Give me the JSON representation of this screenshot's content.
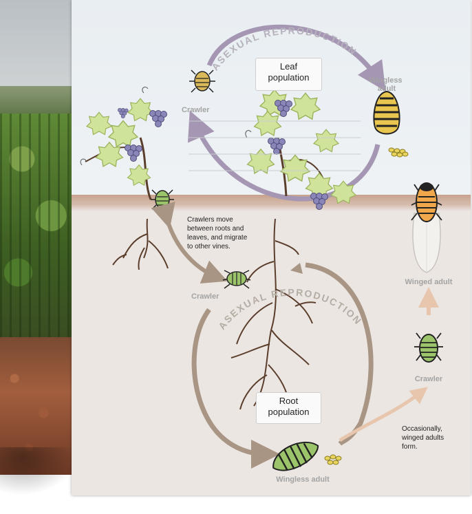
{
  "diagram": {
    "leaf_box": {
      "line1": "Leaf",
      "line2": "population"
    },
    "root_box": {
      "line1": "Root",
      "line2": "population"
    },
    "arc_text_top": "ASEXUAL REPRODUCTION",
    "arc_text_bottom": "ASEXUAL REPRODUCTION",
    "labels": {
      "wingless_adult_top": [
        "Wingless",
        "adult"
      ],
      "crawler_top": "Crawler",
      "crawler_mid": "Crawler",
      "crawler_right": "Crawler",
      "winged_adult": "Winged adult",
      "wingless_adult_bottom": "Wingless adult"
    },
    "notes": {
      "crawlers_move": [
        "Crawlers move",
        "between roots and",
        "leaves, and migrate",
        "to other vines."
      ],
      "occasionally": [
        "Occasionally,",
        "winged adults",
        "form."
      ]
    },
    "colors": {
      "leaf_cycle_arrow": "#a596b3",
      "root_cycle_arrow": "#a89584",
      "migration_arrow": "#e7c6ad",
      "leaf_green": "#cfe39a",
      "grape_purple": "#8a86b8"
    }
  }
}
